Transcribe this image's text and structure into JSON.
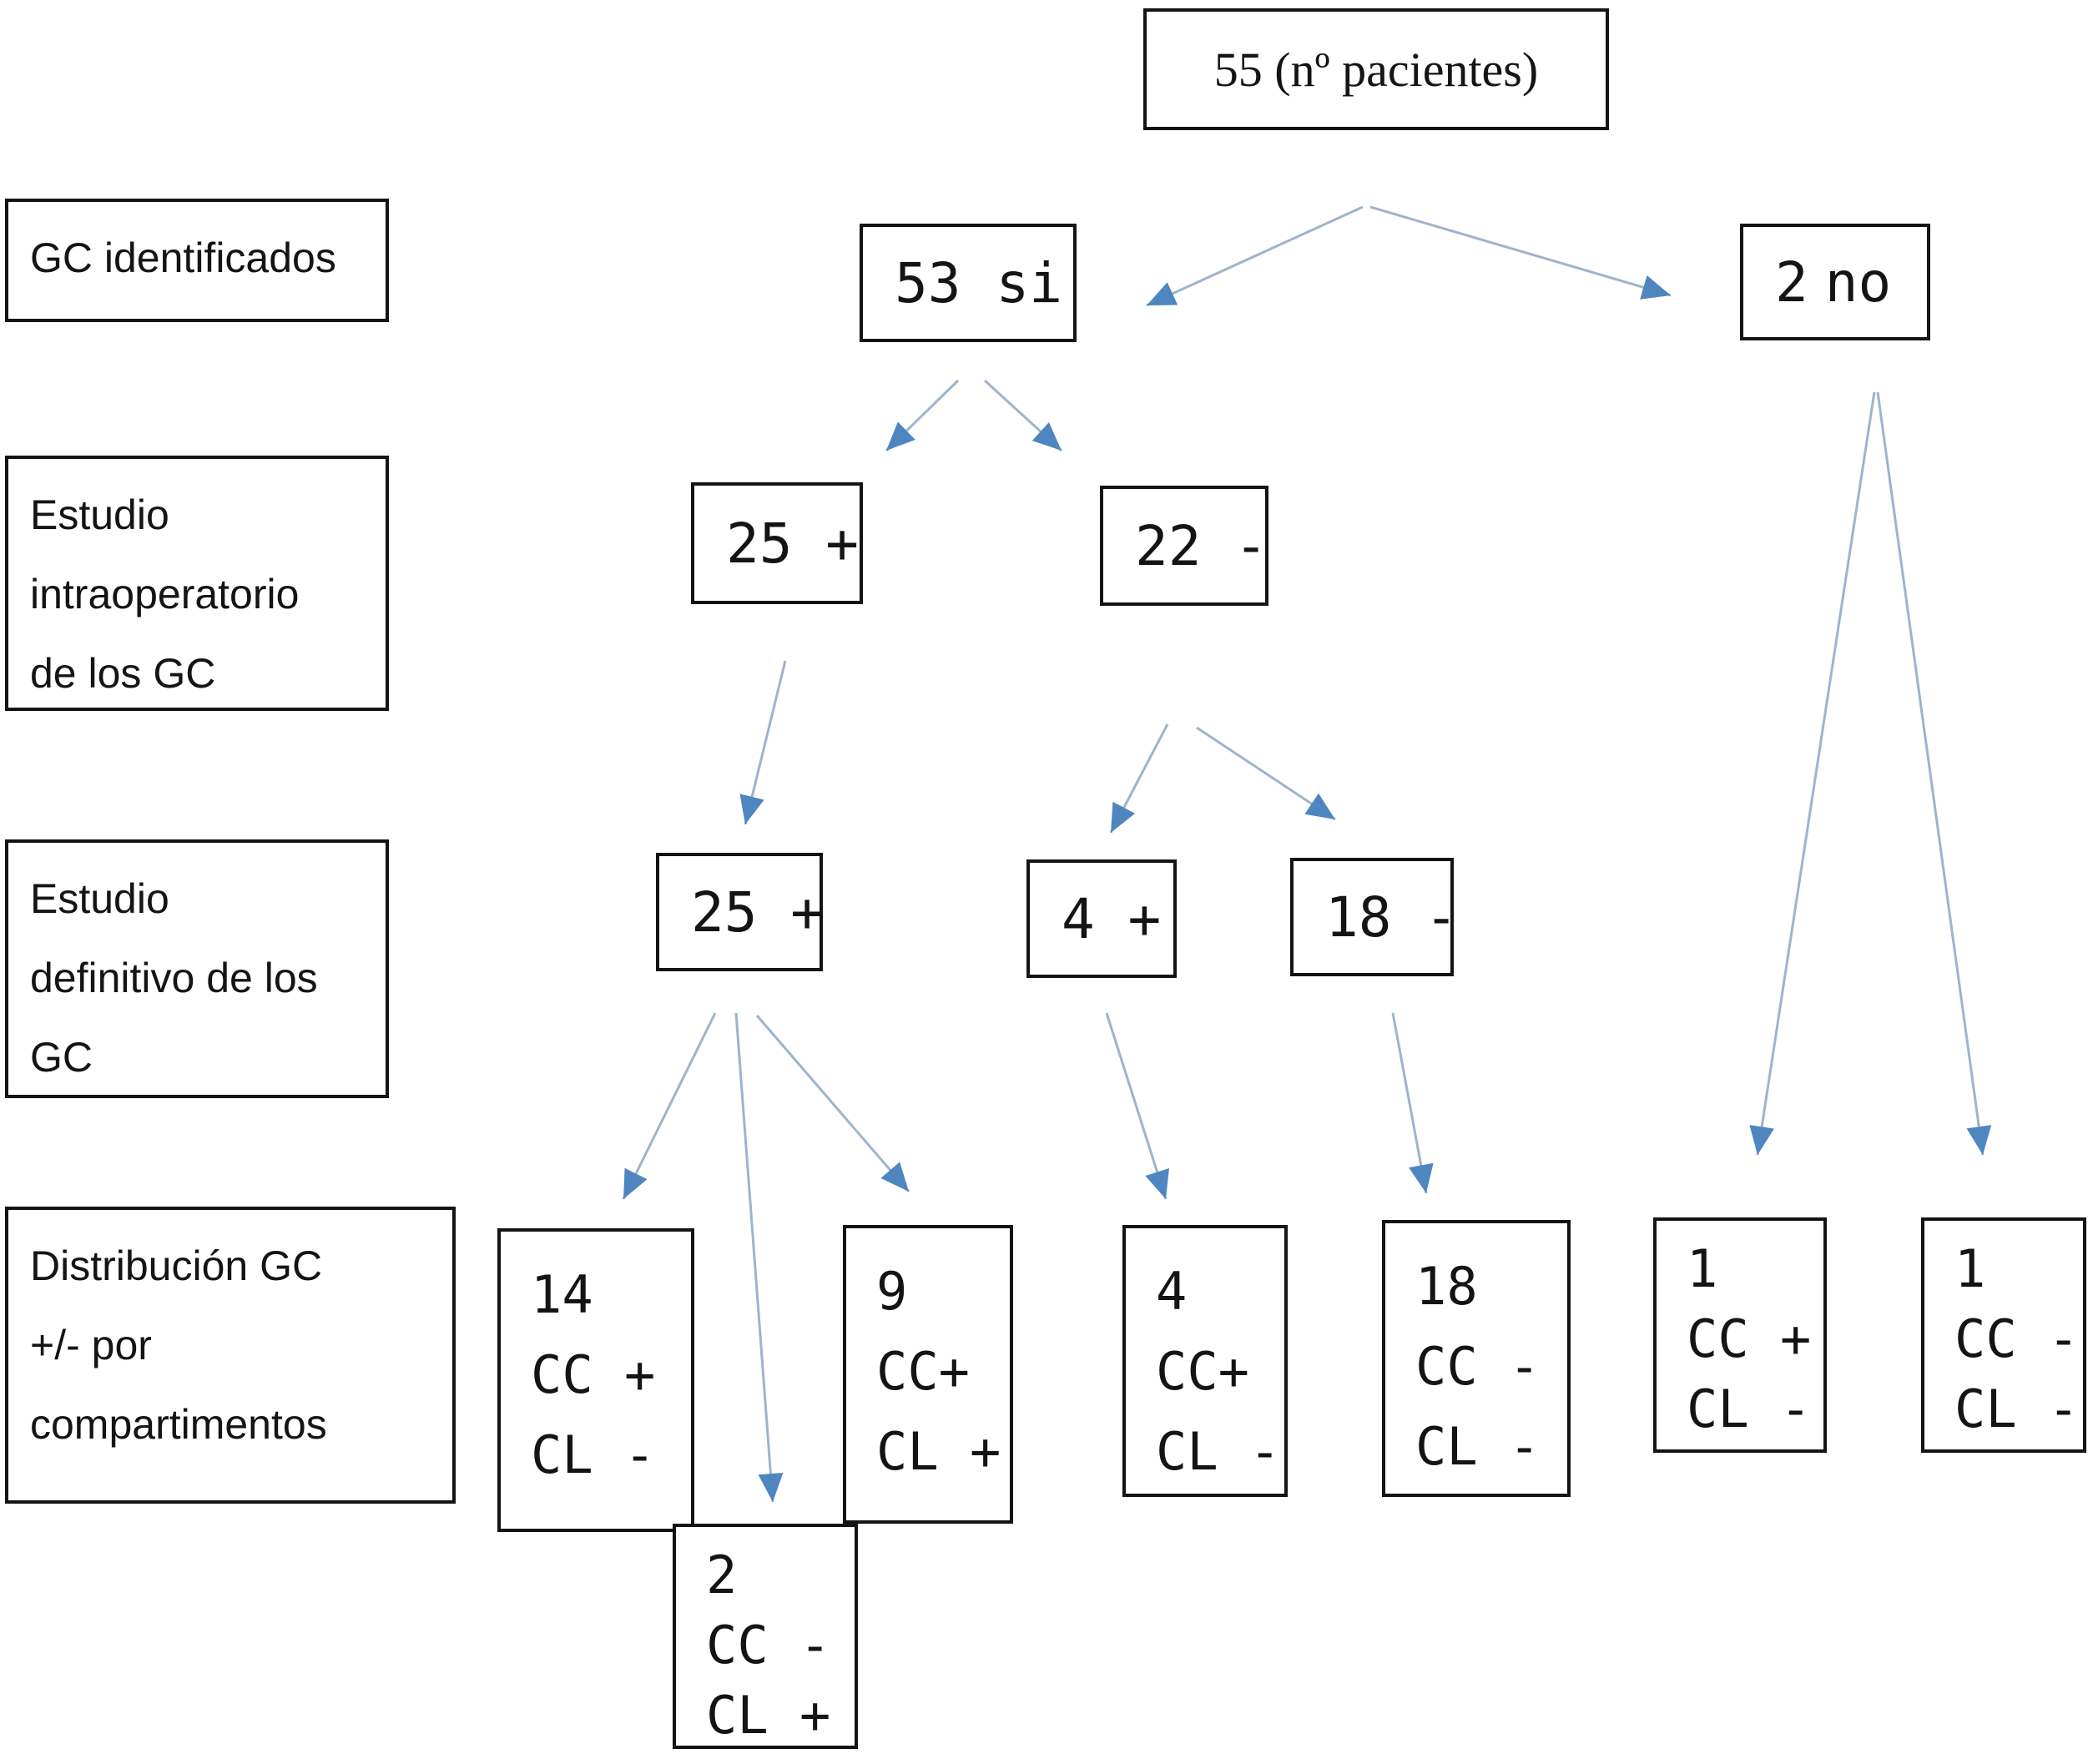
{
  "colors": {
    "background": "#ffffff",
    "box_border": "#141414",
    "text": "#141414",
    "arrow_line": "#9fb3cc",
    "arrow_head": "#4f86c0"
  },
  "root": {
    "patients": "55 (nº pacientes)"
  },
  "row_labels": {
    "gc_identificados": "GC identificados",
    "estudio_intraoperatorio": [
      "Estudio",
      "intraoperatorio",
      "de los GC"
    ],
    "estudio_definitivo": [
      "Estudio",
      "definitivo de los",
      "GC"
    ],
    "distribucion_gc": [
      "Distribución GC",
      "+/- por",
      "compartimentos"
    ]
  },
  "nodes": {
    "gc_si": {
      "value": "53",
      "label": "si"
    },
    "gc_no": {
      "value": "2",
      "label": "no"
    },
    "intraop_pos": "25 +",
    "intraop_neg": "22 -",
    "def_pos": "25 +",
    "def_neg_pos": "4 +",
    "def_neg_neg": "18 -",
    "dist_14": [
      "14",
      "CC +",
      "CL -"
    ],
    "dist_9": [
      "9",
      "CC+",
      "CL +"
    ],
    "dist_2": [
      "2",
      "CC -",
      "CL +"
    ],
    "dist_4": [
      "4",
      "CC+",
      "CL -"
    ],
    "dist_18": [
      "18",
      "CC -",
      "CL -"
    ],
    "dist_1_pos": [
      "1",
      "CC +",
      "CL -"
    ],
    "dist_1_neg": [
      "1",
      "CC -",
      "CL -"
    ]
  }
}
